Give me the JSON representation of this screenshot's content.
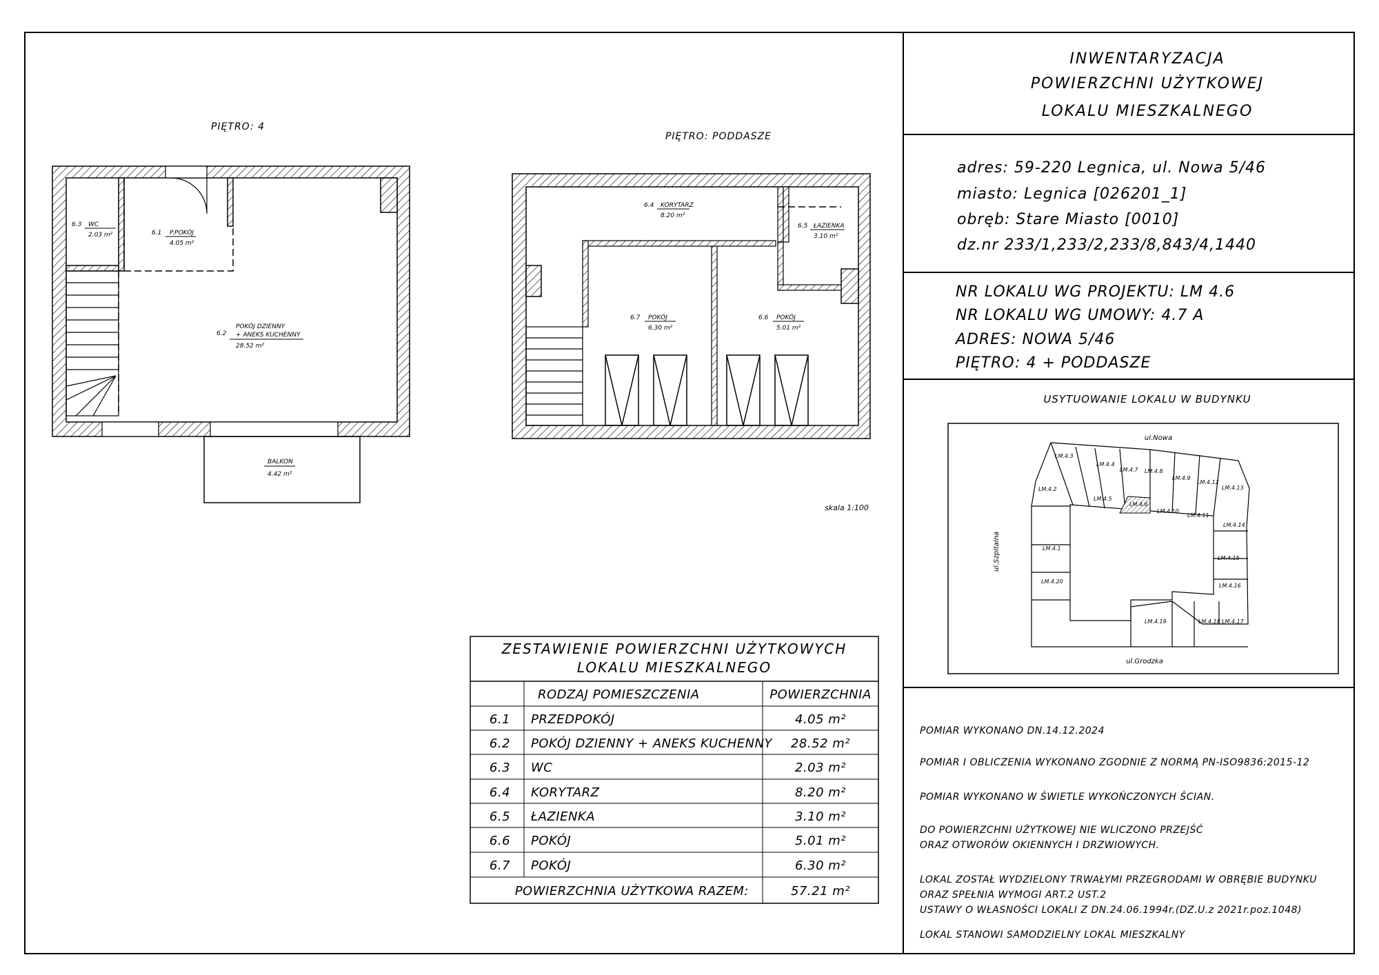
{
  "title_block": {
    "lines": [
      "INWENTARYZACJA",
      "POWIERZCHNI UŻYTKOWEJ",
      "LOKALU MIESZKALNEGO"
    ]
  },
  "address": {
    "adres": "adres: 59-220 Legnica, ul. Nowa 5/46",
    "miasto": "miasto: Legnica [026201_1]",
    "obreb": "obręb: Stare Miasto [0010]",
    "dzialki": "dz.nr 233/1,233/2,233/8,843/4,1440"
  },
  "unit_info": {
    "nr_projekt": "NR LOKALU WG PROJEKTU: LM 4.6",
    "nr_umowa": "NR LOKALU WG UMOWY: 4.7 A",
    "adres": "ADRES: NOWA 5/46",
    "pietro": "PIĘTRO: 4 + PODDASZE"
  },
  "location": {
    "heading": "USYTUOWANIE LOKALU W BUDYNKU",
    "streets": {
      "north": "ul.Nowa",
      "south": "ul.Grodzka",
      "west": "ul.Szpitalna"
    },
    "units": [
      "LM.4.3",
      "LM.4.4",
      "LM.4.7",
      "LM.4.8",
      "LM.4.9",
      "LM.4.12",
      "LM.4.13",
      "LM.4.2",
      "LM.4.5",
      "LM.4.6",
      "LM.4.10",
      "LM.4.11",
      "LM.4.14",
      "LM.4.1",
      "LM.4.15",
      "LM.4.20",
      "LM.4.16",
      "LM.4.19",
      "LM.4.18",
      "LM.4.17"
    ]
  },
  "notes": {
    "n1": "POMIAR WYKONANO DN.14.12.2024",
    "n2": "POMIAR I OBLICZENIA WYKONANO ZGODNIE Z NORMĄ PN-ISO9836:2015-12",
    "n3": "POMIAR WYKONANO W ŚWIETLE WYKOŃCZONYCH ŚCIAN.",
    "n4a": "DO POWIERZCHNI UŻYTKOWEJ NIE WLICZONO PRZEJŚĆ",
    "n4b": "ORAZ OTWORÓW OKIENNYCH I DRZWIOWYCH.",
    "n5a": "LOKAL ZOSTAŁ WYDZIELONY TRWAŁYMI PRZEGRODAMI W OBRĘBIE BUDYNKU",
    "n5b": "ORAZ SPEŁNIA WYMOGI ART.2 UST.2",
    "n5c": "USTAWY O WŁASNOŚCI LOKALI Z DN.24.06.1994r.(DZ.U.z 2021r.poz.1048)",
    "n6": "LOKAL STANOWI SAMODZIELNY LOKAL MIESZKALNY"
  },
  "plans": {
    "floor4_label": "PIĘTRO: 4",
    "attic_label": "PIĘTRO: PODDASZE",
    "scale": "skala 1:100",
    "rooms": {
      "r61": {
        "num": "6.1",
        "name": "P.POKÓJ",
        "area": "4.05 m²"
      },
      "r62": {
        "num": "6.2",
        "name1": "POKÓJ DZIENNY",
        "name2": "+ ANEKS KUCHENNY",
        "area": "28.52 m²"
      },
      "r63": {
        "num": "6.3",
        "name": "WC",
        "area": "2.03 m²"
      },
      "r64": {
        "num": "6.4",
        "name": "KORYTARZ",
        "area": "8.20 m²"
      },
      "r65": {
        "num": "6.5",
        "name": "ŁAZIENKA",
        "area": "3.10 m²"
      },
      "r66": {
        "num": "6.6",
        "name": "POKÓJ",
        "area": "5.01 m²"
      },
      "r67": {
        "num": "6.7",
        "name": "POKÓJ",
        "area": "6.30 m²"
      },
      "balkon": {
        "name": "BALKON",
        "area": "4.42 m²"
      }
    }
  },
  "summary_table": {
    "title1": "ZESTAWIENIE POWIERZCHNI UŻYTKOWYCH",
    "title2": "LOKALU MIESZKALNEGO",
    "col_type": "RODZAJ POMIESZCZENIA",
    "col_area": "POWIERZCHNIA",
    "rows": [
      {
        "num": "6.1",
        "name": "PRZEDPOKÓJ",
        "area": "4.05 m²"
      },
      {
        "num": "6.2",
        "name": "POKÓJ DZIENNY + ANEKS KUCHENNY",
        "area": "28.52 m²"
      },
      {
        "num": "6.3",
        "name": "WC",
        "area": "2.03 m²"
      },
      {
        "num": "6.4",
        "name": "KORYTARZ",
        "area": "8.20 m²"
      },
      {
        "num": "6.5",
        "name": "ŁAZIENKA",
        "area": "3.10 m²"
      },
      {
        "num": "6.6",
        "name": "POKÓJ",
        "area": "5.01 m²"
      },
      {
        "num": "6.7",
        "name": "POKÓJ",
        "area": "6.30 m²"
      }
    ],
    "total_label": "POWIERZCHNIA UŻYTKOWA RAZEM:",
    "total_value": "57.21 m²"
  }
}
